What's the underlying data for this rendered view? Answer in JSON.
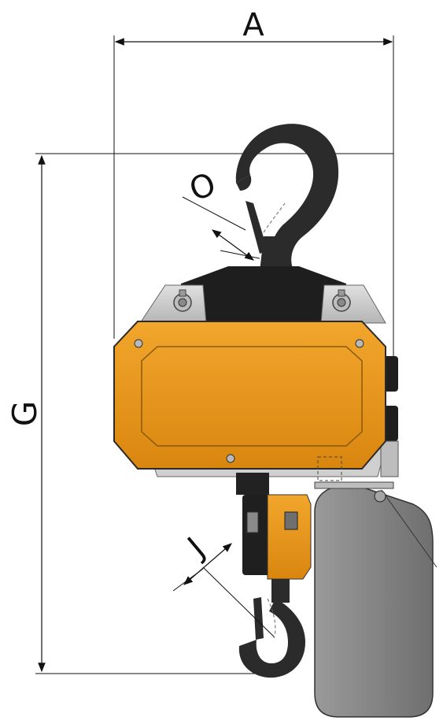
{
  "diagram": {
    "labels": {
      "width_label": "A",
      "height_label": "G",
      "hook_opening_label": "O",
      "bottom_hook_label": "J"
    },
    "colors": {
      "body_orange": "#E8961C",
      "body_orange_dark": "#C97A0E",
      "hook_black": "#2a2a2a",
      "bracket_gray": "#c9c9c9",
      "chain_bag_gray": "#8a8a8a"
    }
  }
}
